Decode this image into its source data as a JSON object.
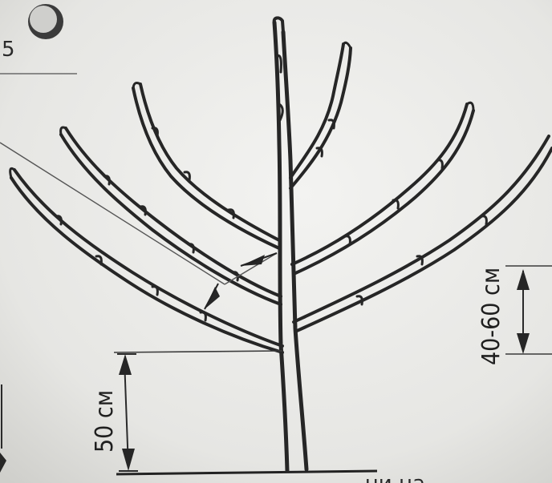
{
  "diagram": {
    "corner_number": "5",
    "measure_trunk": "50 см",
    "measure_branches": "40-60 см",
    "caption_fragment": "...ни на ..."
  }
}
